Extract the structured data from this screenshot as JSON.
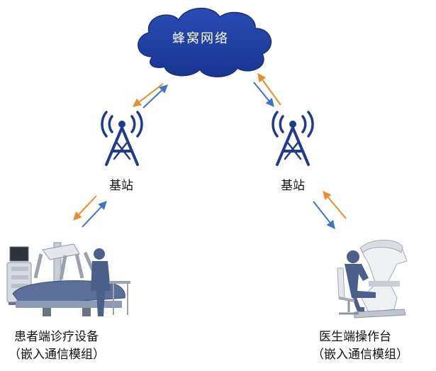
{
  "cloud": {
    "label": "蜂窝网络",
    "fill": "#1f3ea0",
    "stroke": "#1a2f7a"
  },
  "stations": [
    {
      "label": "基站"
    },
    {
      "label": "基站"
    }
  ],
  "patient": {
    "line1": "患者端诊疗设备",
    "line2": "（嵌入通信模组）"
  },
  "surgeon": {
    "line1": "医生端操作台",
    "line2": "（嵌入通信模组）"
  },
  "colors": {
    "tower": "#1f3b8c",
    "arrow_orange": "#ec8a2e",
    "arrow_blue": "#3f73c9"
  }
}
